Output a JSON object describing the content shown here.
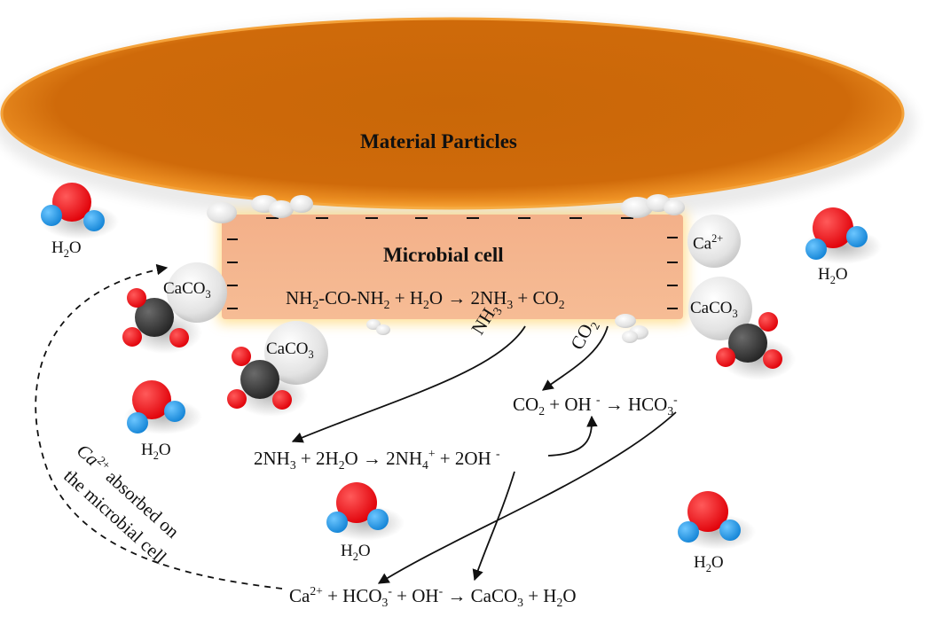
{
  "particle": {
    "label": "Material Particles"
  },
  "cell": {
    "label": "Microbial cell",
    "equation": {
      "a": "NH",
      "a_sub": "2",
      "b": "-CO-NH",
      "b_sub": "2",
      "c": " + H",
      "c_sub": "2",
      "d": "O → 2NH",
      "d_sub": "3",
      "e": " + CO",
      "e_sub": "2"
    },
    "charge_symbol": "–"
  },
  "arrow_labels": {
    "nh3": "NH",
    "nh3_sub": "3",
    "co2": "CO",
    "co2_sub": "2"
  },
  "equations": {
    "hco3": {
      "a": "CO",
      "a_sub": "2",
      "b": " + OH ",
      "b_sup": "-",
      "c": " → HCO",
      "c_sub": "3",
      "c_sup": "-"
    },
    "nh4": {
      "a": "2NH",
      "a_sub": "3",
      "b": " + 2H",
      "b_sub": "2",
      "c": "O → 2NH",
      "c_sub": "4",
      "c_sup": "+",
      "d": " + 2OH ",
      "d_sup": "-"
    },
    "caco3": {
      "a": "Ca",
      "a_sup": "2+",
      "b": " + HCO",
      "b_sub": "3",
      "b_sup": "-",
      "c": " + OH",
      "c_sup": "-",
      "d": " → CaCO",
      "d_sub": "3",
      "e": " + H",
      "e_sub": "2",
      "f": "O"
    }
  },
  "molecules": {
    "water": {
      "main": "H",
      "sub": "2",
      "tail": "O"
    },
    "calcium_carbonate": {
      "main": "CaCO",
      "sub": "3"
    },
    "calcium_ion": {
      "main": "Ca",
      "sup": "2+"
    }
  },
  "absorption_note": {
    "line1_a": "Ca",
    "line1_sup": "2+",
    "line1_b": " absorbed on",
    "line2": "the microbial cell"
  },
  "colors": {
    "particle": "#d2680a",
    "cell": "#f4b48c",
    "oxygen": "#f20d14",
    "hydrogen": "#1f97e8",
    "carbon": "#3a3a3a",
    "bubble": "#d8d8d8"
  }
}
